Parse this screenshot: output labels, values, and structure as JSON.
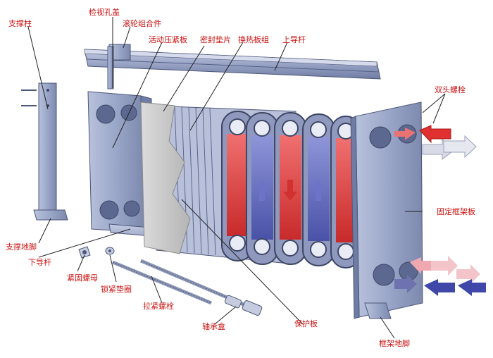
{
  "diagram": {
    "labels": {
      "support_column": "支撑柱",
      "inspection_cover": "检视孔盖",
      "roller_assembly": "滚轮组合件",
      "movable_pressure_plate": "活动压紧板",
      "gasket": "密封垫片",
      "plate_pack": "换热板组",
      "upper_guide_bar": "上导杆",
      "double_end_stud": "双头螺栓",
      "fixed_frame_plate": "固定框架板",
      "support_foot": "支撑地脚",
      "lower_guide_bar": "下导杆",
      "lock_nut": "紧固螺母",
      "lock_washer": "锁紧垫圈",
      "tie_bolt": "拉紧螺栓",
      "bearing_box": "轴承盒",
      "protective_plate": "保护板",
      "frame_foot": "框架地脚"
    },
    "colors": {
      "label": "#cc1111",
      "leader": "#222222",
      "steel": "#9aa6c8",
      "steel_dark": "#6f7ca3",
      "hot_flow": "#e03030",
      "cold_flow": "#5d63b8",
      "cover": "#c8c8c8"
    }
  }
}
